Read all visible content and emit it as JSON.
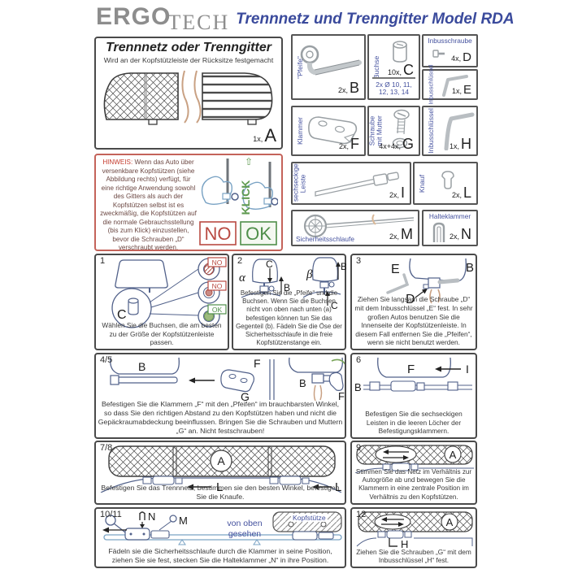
{
  "colors": {
    "title_blue": "#3a4a9c",
    "part_label_blue": "#44519e",
    "hinweis_red": "#c43a2c",
    "no_red": "#b94a42",
    "ok_green": "#4f8f4a",
    "klick_green": "#5f9a50",
    "sketch_blue": "#7aa3c4",
    "panel_border": "#4a4a4a"
  },
  "header": {
    "logo_ergo": "ERGO",
    "logo_tech": "TECH",
    "title": "Trennnetz und Trenngitter Model RDA"
  },
  "intro": {
    "title": "Trennnetz oder Trenngitter",
    "subtitle": "Wird an der Kopfstützleiste der Rücksitze festgemacht",
    "qty": "1x,",
    "letter": "A"
  },
  "hinweis": {
    "label": "HINWEIS:",
    "body": " Wenn das Auto über versenkbare Kopfstützen (siehe Abbildung rechts) verfügt, für eine richtige Anwendung sowohl des Gitters als auch der Kopfstützen selbst ist es zweckmäßig, die Kopfstützen auf die normale Gebrauchsstellung (bis zum Klick) einzustellen, bevor die Schrauben „D“ verschraubt werden.",
    "no_label": "NO",
    "ok_label": "OK",
    "klick_label": "KLICK",
    "klick_arrow": "⇧"
  },
  "parts": [
    {
      "name": "\"Pfeife\"",
      "qty": "2x,",
      "letter": "B"
    },
    {
      "name": "Buchse",
      "qty": "10x,",
      "letter": "C",
      "note": "2x Ø 10, 11, 12, 13, 14"
    },
    {
      "name": "Inbusschraube",
      "qty": "4x,",
      "letter": "D"
    },
    {
      "name": "Inbusschlüssel",
      "qty": "1x,",
      "letter": "E"
    },
    {
      "name": "Klammer",
      "qty": "2x,",
      "letter": "F"
    },
    {
      "name": "Schraube mit Mutter",
      "qty": "4x+4x,",
      "letter": "G"
    },
    {
      "name": "Inbusschlüssel",
      "qty": "1x,",
      "letter": "H"
    },
    {
      "name": "sechseckige Leiste",
      "qty": "2x,",
      "letter": "I"
    },
    {
      "name": "Knauf",
      "qty": "2x,",
      "letter": "L"
    },
    {
      "name": "Sicherheitsschlaufe",
      "qty": "2x,",
      "letter": "M"
    },
    {
      "name": "Halteklammer",
      "qty": "2x,",
      "letter": "N"
    }
  ],
  "steps": {
    "s1": {
      "num": "1",
      "text": "Wählen Sie die Buchsen, die am besten zu der Größe der Kopfstützenleiste passen.",
      "labels": {
        "c": "C",
        "no1": "NO",
        "no2": "NO",
        "ok": "OK"
      }
    },
    "s2": {
      "num": "2",
      "text": "Befestigen Sie die „Pfeife“ und die Buchsen. Wenn Sie die Buchsen nicht von oben nach unten (a) befestigen können tun Sie das Gegenteil (b). Fädeln Sie die Öse der Sicherheitsschlaufe in die freie Kopfstützenstange ein.",
      "labels": {
        "alpha": "α",
        "beta": "β",
        "c1": "C",
        "b1": "B",
        "b2": "B",
        "c2": "C"
      }
    },
    "s3": {
      "num": "3",
      "text": "Ziehen Sie langsam die Schraube „D“ mit dem Inbusschlüssel „E“ fest. In sehr großen Autos benutzen Sie die Innenseite der Kopfstützenleiste. In diesem Fall entfernen Sie die „Pfeifen“, wenn sie nicht benutzt werden.",
      "labels": {
        "e": "E",
        "b": "B",
        "d": "D"
      }
    },
    "s45": {
      "num": "4/5",
      "text": "Befestigen Sie die Klammern „F“ mit den „Pfeifen“ im brauchbarsten Winkel, so dass Sie den richtigen Abstand zu den Kopfstützen haben und nicht die Gepäckraumabdeckung beeinflussen. Bringen Sie die Schrauben und Muttern „G“ an. Nicht festschrauben!",
      "labels": {
        "b1": "B",
        "f1": "F",
        "g": "G",
        "b2": "B",
        "f2": "F"
      }
    },
    "s6": {
      "num": "6",
      "text": "Befestigen Sie die sechseckigen Leisten in die leeren Löcher der Befestigungsklammern.",
      "labels": {
        "f": "F",
        "b": "B",
        "i": "I"
      }
    },
    "s78": {
      "num": "7/8",
      "text": "Befestigen Sie das Trennnetz, bestimmen sie den besten Winkel, befestigen Sie die Knaufe.",
      "labels": {
        "a": "A",
        "l1": "L",
        "l2": "L"
      }
    },
    "s9": {
      "num": "9",
      "text": "Stimmen Sie das Netz im Verhältnis zur Autogröße ab und bewegen Sie die Klammern in eine zentrale Position im Verhältnis zu den Kopfstützen.",
      "labels": {
        "a": "A"
      }
    },
    "s1011": {
      "num": "10/11",
      "text": "Fädeln sie die Sicherheitsschlaufe durch die Klammer in seine Position, ziehen Sie sie fest, stecken Sie die Halteklammer „N“ in ihre Position.",
      "caption": "von oben gesehen",
      "headrest_label": "Kopfstütze",
      "labels": {
        "n": "N",
        "m": "M"
      }
    },
    "s12": {
      "num": "12",
      "text": "Ziehen Sie die Schrauben „G“ mit dem Inbusschlüssel „H“ fest.",
      "labels": {
        "a": "A",
        "h": "H"
      }
    }
  }
}
